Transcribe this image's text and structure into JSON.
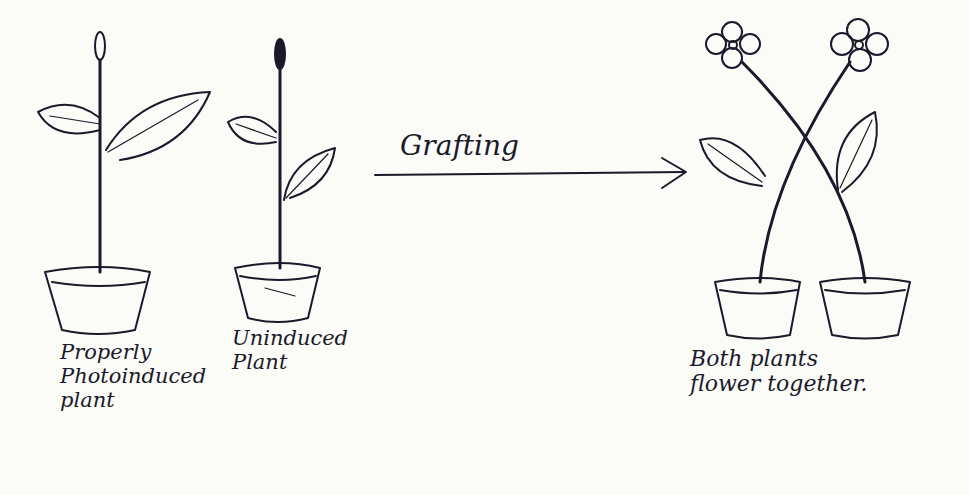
{
  "diagram": {
    "labels": [
      "Properly Photoinduced plant",
      "Uninduced Plant",
      "Grafting",
      "Both plants flower together."
    ]
  }
}
